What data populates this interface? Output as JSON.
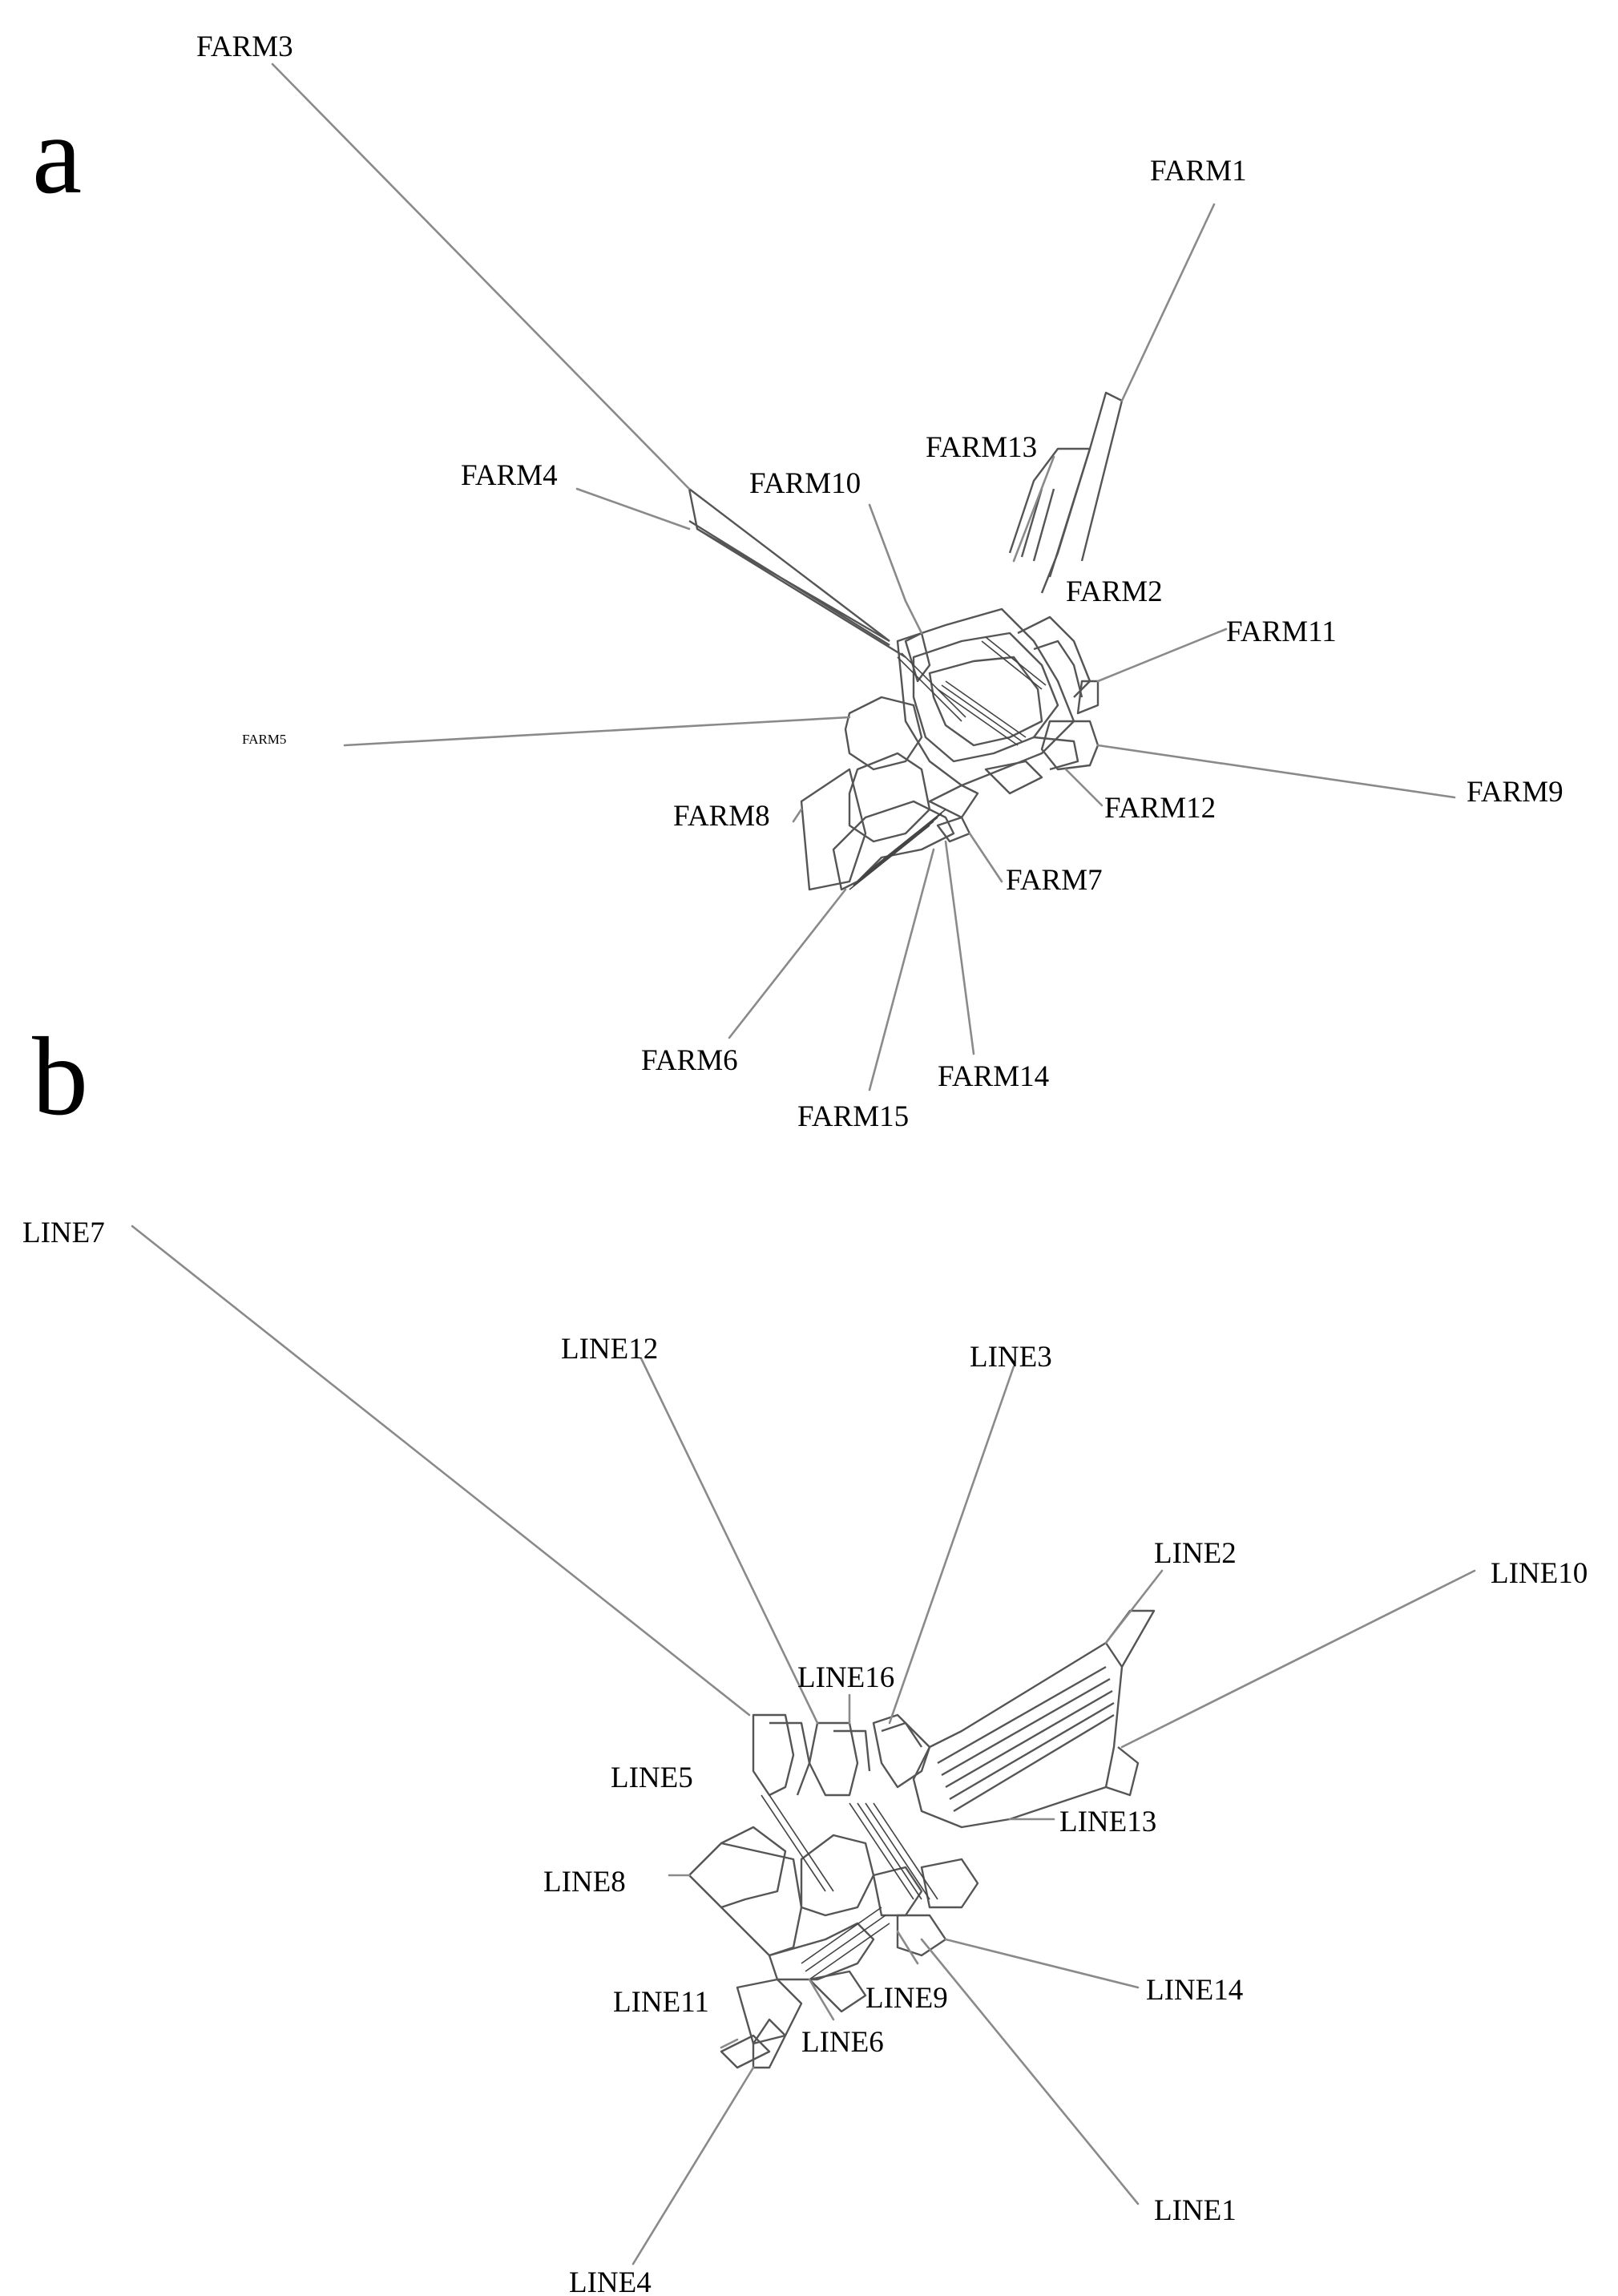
{
  "panels": [
    {
      "letter": "a",
      "taxa": [
        "FARM1",
        "FARM2",
        "FARM3",
        "FARM4",
        "FARM5",
        "FARM6",
        "FARM7",
        "FARM8",
        "FARM9",
        "FARM10",
        "FARM11",
        "FARM12",
        "FARM13",
        "FARM14",
        "FARM15"
      ]
    },
    {
      "letter": "b",
      "taxa": [
        "LINE1",
        "LINE2",
        "LINE3",
        "LINE4",
        "LINE5",
        "LINE6",
        "LINE7",
        "LINE8",
        "LINE9",
        "LINE10",
        "LINE11",
        "LINE12",
        "LINE13",
        "LINE14",
        "LINE16"
      ]
    }
  ]
}
